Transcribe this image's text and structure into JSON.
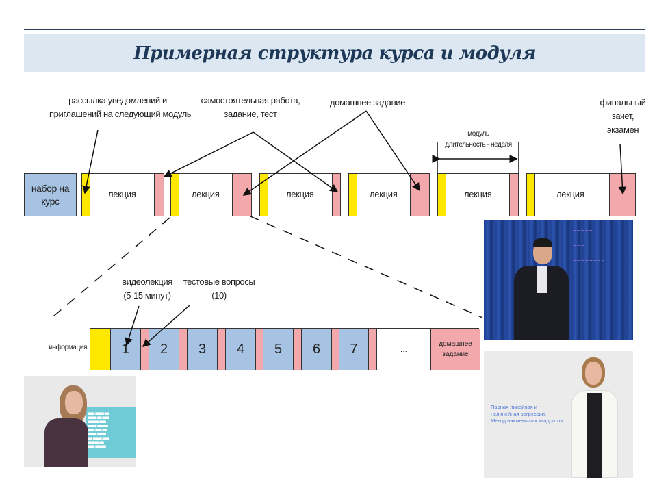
{
  "header": {
    "title": "Примерная структура курса и модуля"
  },
  "colors": {
    "title": "#1d3957",
    "band": "#dde7f2",
    "intro": "#ffe800",
    "task": "#f3a9ab",
    "video": "#a6c3e3"
  },
  "course": {
    "enrollment": "набор на курс",
    "lecture": "лекция",
    "annotations": {
      "mailing": [
        "рассылка уведомлений и",
        "приглашений на следующий модуль"
      ],
      "selfwork": [
        "самостоятельная работа,",
        "задание, тест"
      ],
      "homework": "домашнее задание",
      "final": [
        "финальный",
        "зачет,",
        "экзамен"
      ],
      "module": [
        "модуль",
        "длительность - неделя"
      ]
    }
  },
  "module": {
    "info": "информация",
    "videos": [
      "1",
      "2",
      "3",
      "4",
      "5",
      "6",
      "7"
    ],
    "more": "...",
    "homework": [
      "домашнее",
      "задание"
    ],
    "video_label": [
      "видеолекция",
      "(5-15 минут)"
    ],
    "test_label": [
      "тестовые вопросы",
      "(10)"
    ]
  },
  "photos": {
    "bottom_right_caption": [
      "Парная линейная и",
      "нелинейная регрессии.",
      "Метод наименьших квадратов"
    ]
  }
}
